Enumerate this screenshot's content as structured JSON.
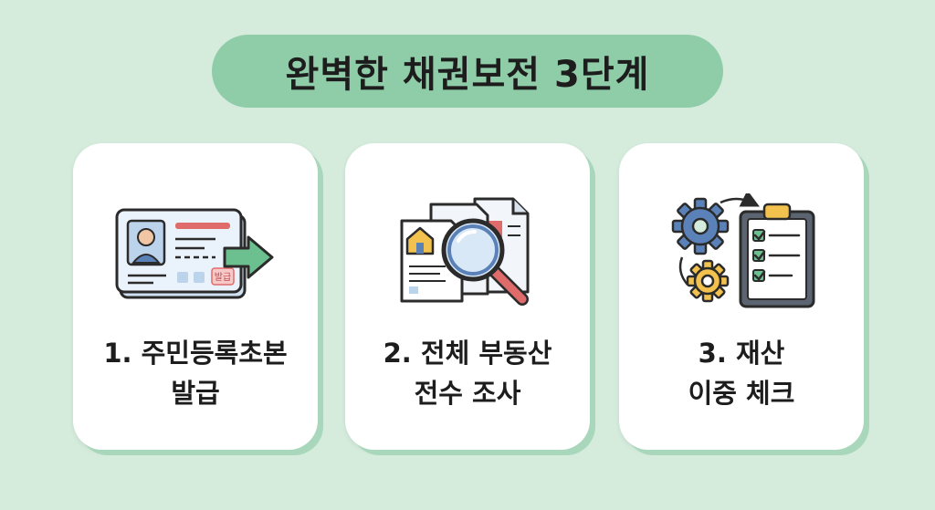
{
  "title": "완벽한 채권보전 3단계",
  "cards": [
    {
      "line1": "1. 주민등록초본",
      "line2": "발급",
      "icon": "id-card-arrow-icon",
      "badge": "발급"
    },
    {
      "line1": "2. 전체 부동산",
      "line2": "전수 조사",
      "icon": "property-search-icon"
    },
    {
      "line1": "3. 재산",
      "line2": "이중 체크",
      "icon": "gears-checklist-icon"
    }
  ],
  "colors": {
    "background": "#d5ecdd",
    "title_pill": "#8fcca8",
    "arrow_green": "#6cc08f",
    "accent_red": "#e06b6b",
    "icon_blue": "#5b82b8",
    "gear_yellow": "#f2c14e"
  }
}
